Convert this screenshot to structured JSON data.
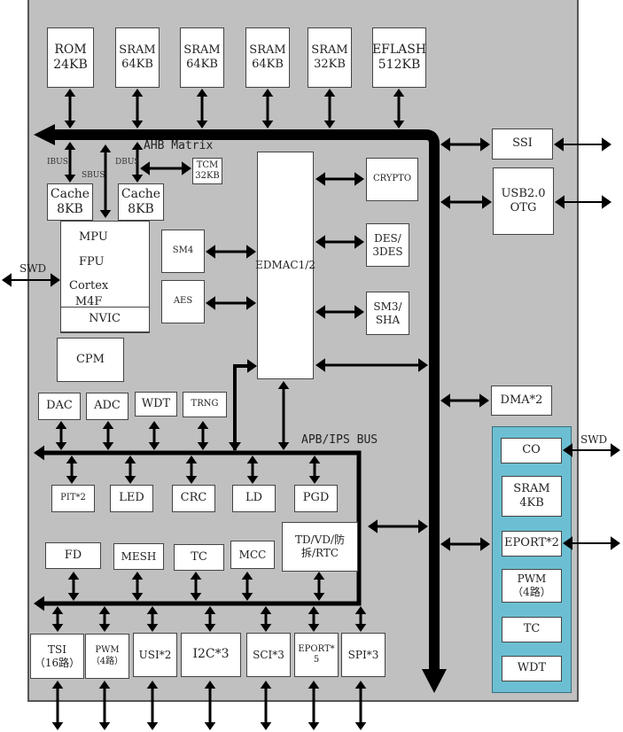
{
  "colors": {
    "panel": "#c0c0c0",
    "peripheral_zone": "#6cbfd3",
    "bus": "#000000",
    "block": "#ffffff"
  },
  "memories": [
    {
      "id": "rom",
      "label": "ROM\n24KB"
    },
    {
      "id": "sram1",
      "label": "SRAM\n64KB"
    },
    {
      "id": "sram2",
      "label": "SRAM\n64KB"
    },
    {
      "id": "sram3",
      "label": "SRAM\n64KB"
    },
    {
      "id": "sram4",
      "label": "SRAM\n32KB"
    },
    {
      "id": "eflash",
      "label": "EFLASH\n512KB"
    }
  ],
  "bus_labels": {
    "ahb": "AHB Matrix",
    "apb": "APB/IPS BUS",
    "ibus": "IBUS",
    "sbus": "SBUS",
    "dbus": "DBUS"
  },
  "core": {
    "icache": "Cache\n8KB",
    "dcache": "Cache\n8KB",
    "tcm": "TCM\n32KB",
    "mpu": "MPU",
    "fpu": "FPU",
    "cpu": "Cortex\nM4F",
    "nvic": "NVIC",
    "cpm": "CPM",
    "swd": "SWD"
  },
  "security": {
    "sm4": "SM4",
    "aes": "AES",
    "edmac": "EDMAC1/2",
    "crypto": "CRYPTO",
    "des": "DES/\n3DES",
    "sm3": "SM3/\nSHA"
  },
  "right": {
    "ssi": "SSI",
    "usb": "USB2.0\nOTG",
    "dma": "DMA*2"
  },
  "aon": {
    "co": "CO",
    "sram": "SRAM\n4KB",
    "eport": "EPORT*2",
    "pwm": "PWM\n（4路）",
    "tc": "TC",
    "wdt": "WDT",
    "swd": "SWD"
  },
  "apb_top": [
    "DAC",
    "ADC",
    "WDT",
    "TRNG"
  ],
  "apb_mid": [
    "PIT*2",
    "LED",
    "CRC",
    "LD",
    "PGD"
  ],
  "apb_low": [
    "FD",
    "MESH",
    "TC",
    "MCC",
    "TD/VD/防\n拆/RTC"
  ],
  "io": [
    "TSI\n（16路）",
    "PWM\n（4路）",
    "USI*2",
    "I2C*3",
    "SCI*3",
    "EPORT*\n5",
    "SPI*3"
  ]
}
